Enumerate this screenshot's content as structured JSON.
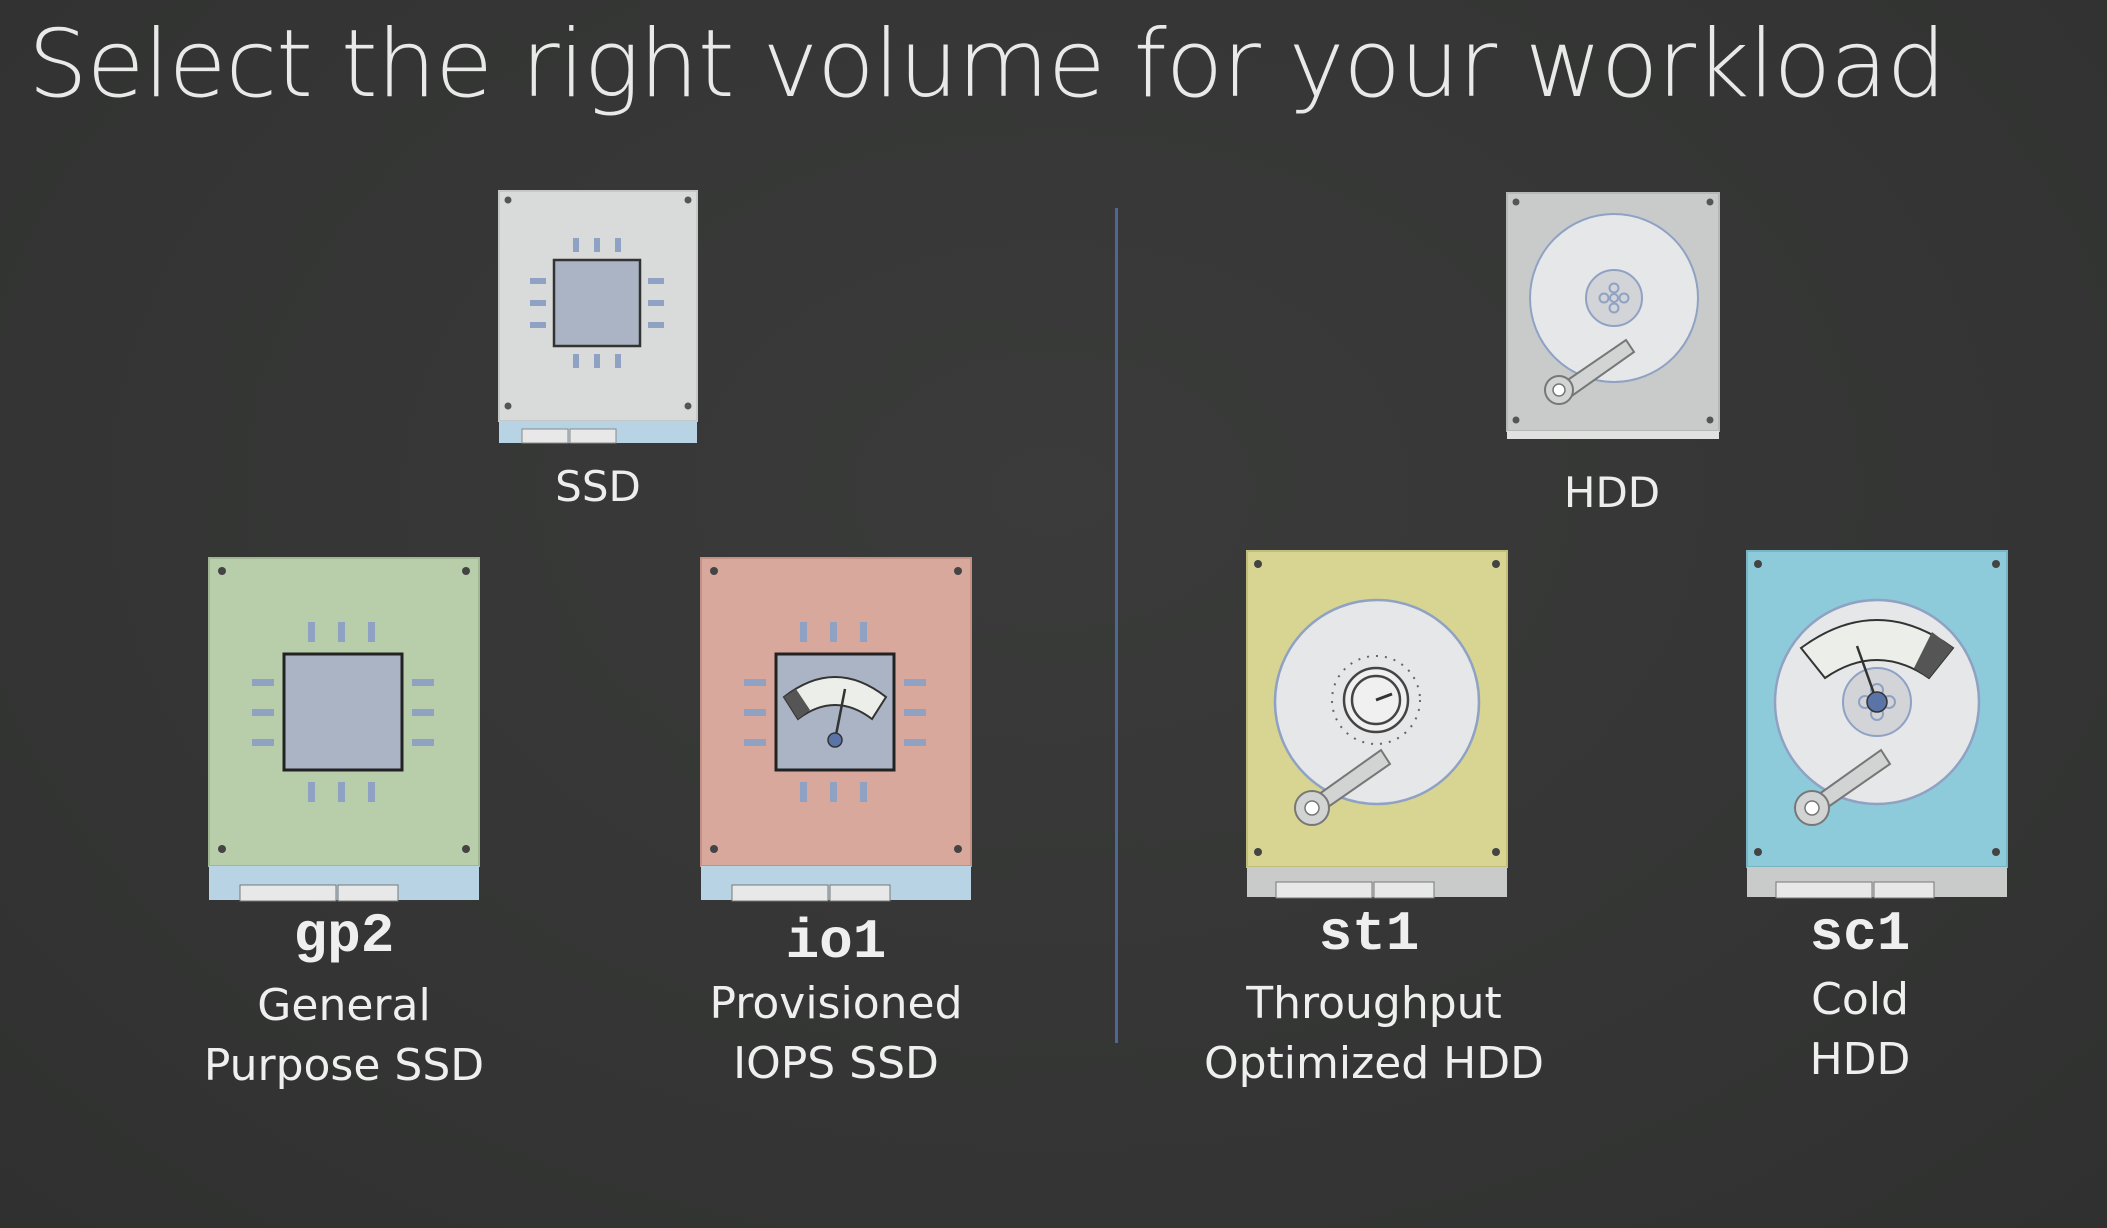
{
  "title": "Select the right volume for your workload",
  "ssd": {
    "label": "SSD",
    "types": [
      {
        "code": "gp2",
        "line1": "General",
        "line2": "Purpose SSD",
        "color": "#b8ceaa"
      },
      {
        "code": "io1",
        "line1": "Provisioned",
        "line2": "IOPS SSD",
        "color": "#d9a89c"
      }
    ]
  },
  "hdd": {
    "label": "HDD",
    "types": [
      {
        "code": "st1",
        "line1": "Throughput",
        "line2": "Optimized HDD",
        "color": "#d8d592"
      },
      {
        "code": "sc1",
        "line1": "Cold",
        "line2": "HDD",
        "color": "#8dcada"
      }
    ]
  },
  "colors": {
    "background": "#363736",
    "divider": "#4f6796",
    "drive_gray": "#d9dbda",
    "connector_blue": "#b7d3e4",
    "chip": "#aab4c4"
  }
}
